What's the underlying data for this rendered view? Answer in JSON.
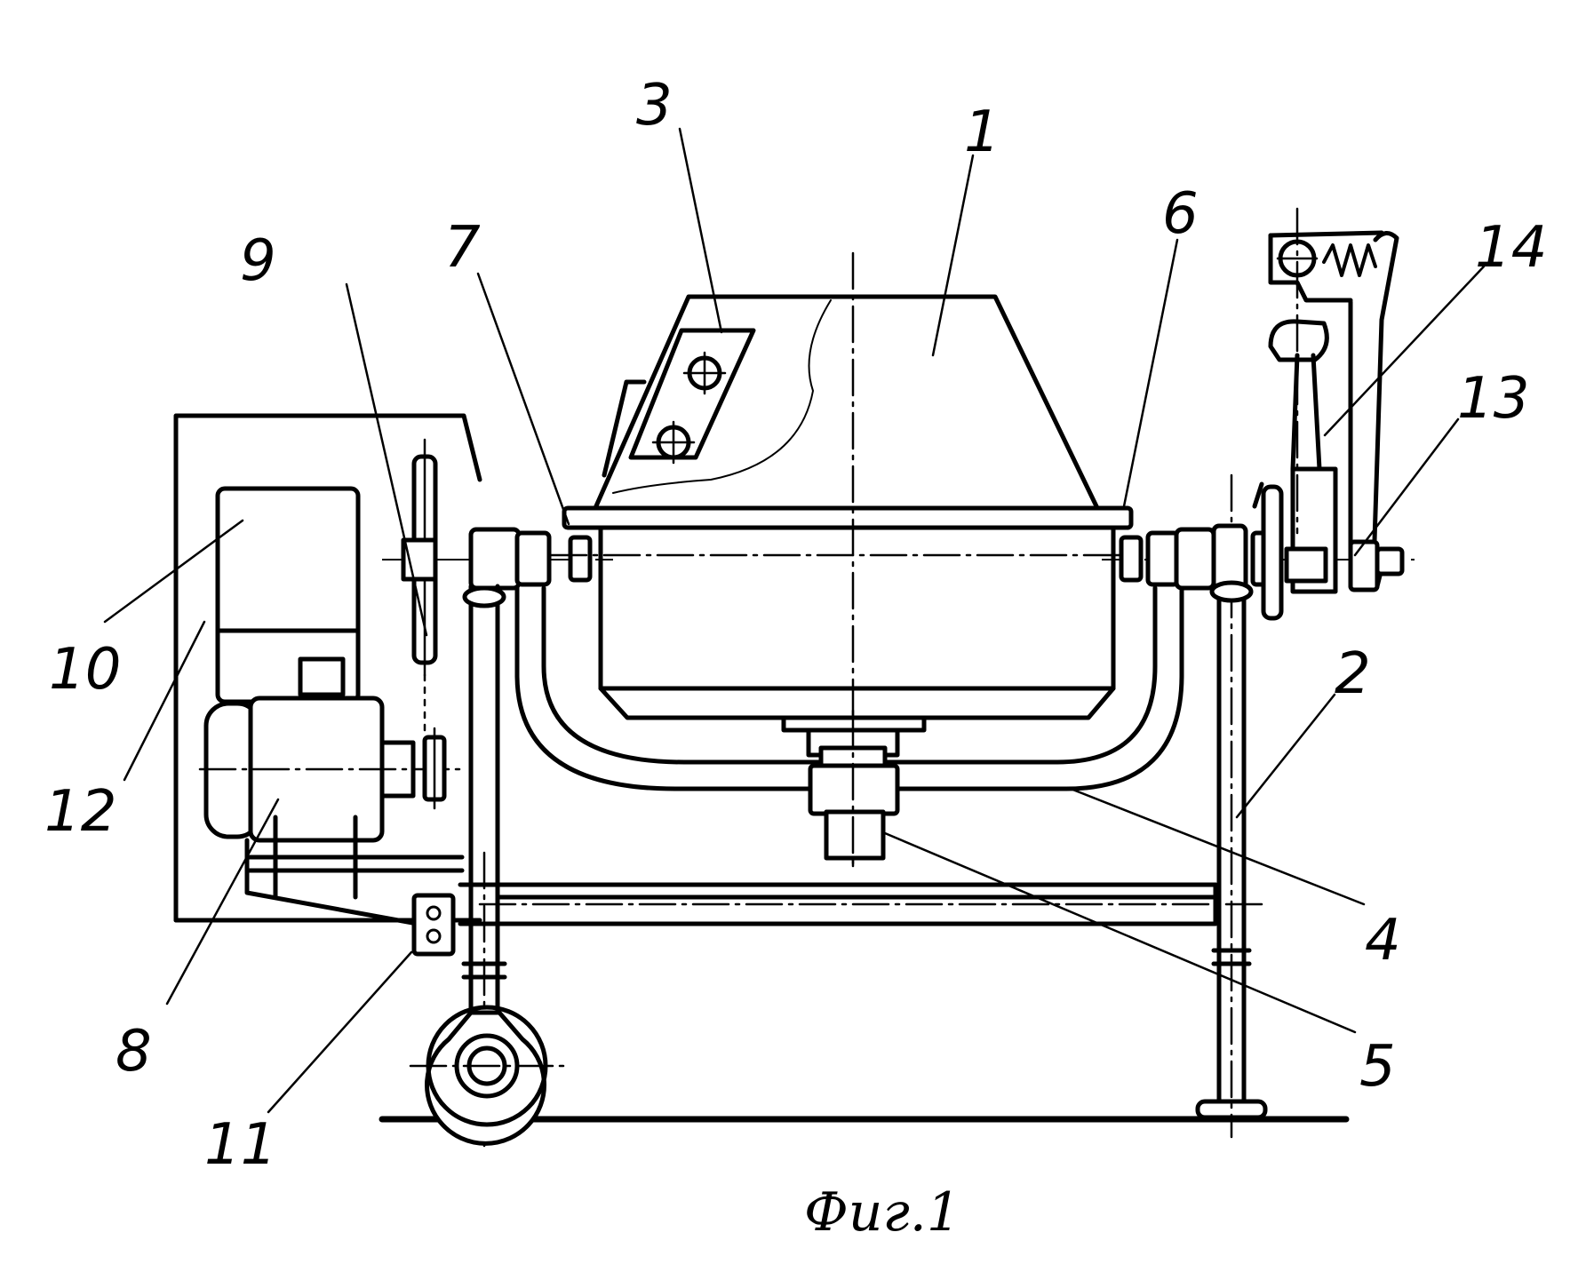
{
  "figure": {
    "caption": "Фиг.1",
    "labels": {
      "l1": "1",
      "l2": "2",
      "l3": "3",
      "l4": "4",
      "l5": "5",
      "l6": "6",
      "l7": "7",
      "l8": "8",
      "l9": "9",
      "l10": "10",
      "l11": "11",
      "l12": "12",
      "l13": "13",
      "l14": "14"
    }
  }
}
